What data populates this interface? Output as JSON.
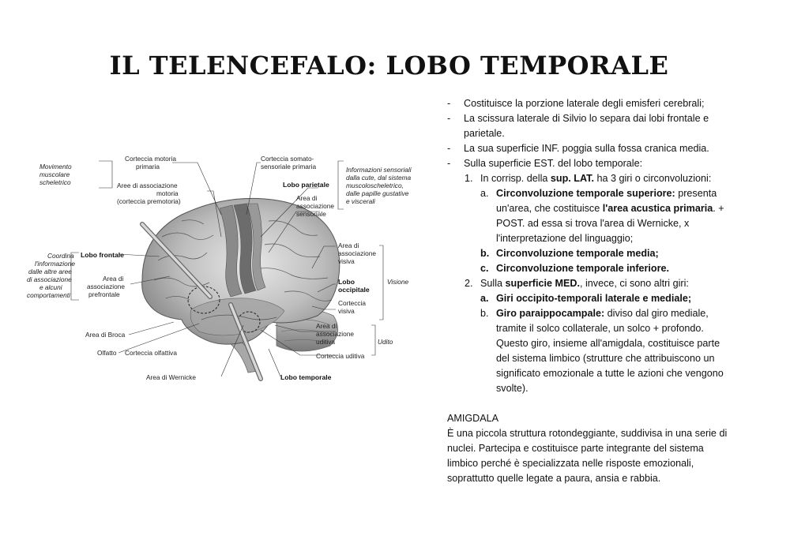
{
  "title": "IL TELENCEFALO: LOBO TEMPORALE",
  "figure": {
    "labels": {
      "movimento": [
        "Movimento",
        "muscolare",
        "scheletrico"
      ],
      "corteccia_motoria": [
        "Corteccia motoria",
        "primaria"
      ],
      "aree_assoc_motoria": [
        "Aree di associazione",
        "motoria",
        "(corteccia premotoria)"
      ],
      "corteccia_somato": [
        "Corteccia somato-",
        "sensoriale primaria"
      ],
      "info_sensoriali": [
        "Informazioni sensoriali",
        "dalla cute, dal sistema",
        "muscoloscheletrico,",
        "dalle papille gustative",
        "e viscerali"
      ],
      "lobo_parietale": "Lobo parietale",
      "area_assoc_sensoriale": [
        "Area di",
        "associazione",
        "sensoriale"
      ],
      "coordina": [
        "Coordina",
        "l'informazione",
        "dalle altre aree",
        "di associazione",
        "e alcuni",
        "comportamenti"
      ],
      "lobo_frontale": "Lobo frontale",
      "area_assoc_prefrontale": [
        "Area di",
        "associazione",
        "prefrontale"
      ],
      "area_assoc_visiva": [
        "Area di",
        "associazione",
        "visiva"
      ],
      "lobo_occipitale": [
        "Lobo",
        "occipitale"
      ],
      "visione": "Visione",
      "corteccia_visiva": [
        "Corteccia",
        "visiva"
      ],
      "area_broca": "Area di Broca",
      "olfatto": "Olfatto",
      "corteccia_olfattiva": "Corteccia olfattiva",
      "area_assoc_uditiva": [
        "Area di",
        "associazione",
        "uditiva"
      ],
      "udito": "Udito",
      "corteccia_uditiva": "Corteccia uditiva",
      "area_wernicke": "Area di Wernicke",
      "lobo_temporale": "Lobo temporale"
    }
  },
  "text": {
    "bullets": [
      {
        "marker": "-",
        "text": "Costituisce la porzione laterale degli emisferi cerebrali;"
      },
      {
        "marker": "-",
        "lines": [
          "La scissura laterale di Silvio lo separa dai lobi frontale e",
          "parietale."
        ]
      },
      {
        "marker": "-",
        "text": "La sua superficie INF. poggia sulla fossa cranica media."
      },
      {
        "marker": "-",
        "text": "Sulla superficie EST. del lobo temporale:"
      }
    ],
    "item1": {
      "marker": "1.",
      "pre": "In corrisp. della ",
      "bold": "sup. LAT.",
      "post": " ha 3 giri o circonvoluzioni:"
    },
    "item1_subs": {
      "a": {
        "marker": "a.",
        "bold1": "Circonvoluzione temporale superiore:",
        "t1": " presenta",
        "t2": "un'area, che costituisce ",
        "bold2": "l'area acustica primaria",
        "t3": ". +",
        "t4": "POST. ad essa si trova l'area di Wernicke, x",
        "t5": "l'interpretazione del linguaggio;"
      },
      "b": {
        "marker": "b.",
        "bold": "Circonvoluzione temporale media;"
      },
      "c": {
        "marker": "c.",
        "bold": "Circonvoluzione temporale inferiore."
      }
    },
    "item2": {
      "marker": "2.",
      "pre": "Sulla ",
      "bold": "superficie MED.",
      "post": ", invece, ci sono altri giri:"
    },
    "item2_subs": {
      "a": {
        "marker": "a.",
        "bold": "Giri occipito-temporali laterale e mediale;"
      },
      "b": {
        "marker": "b.",
        "bold": "Giro paraippocampale:",
        "t1": " diviso dal giro mediale,",
        "lines": [
          "tramite il solco collaterale, un solco + profondo.",
          "Questo giro, insieme all'amigdala, costituisce parte",
          "del sistema limbico (strutture che attribuiscono un",
          "significato emozionale a tutte le azioni che vengono",
          "svolte)."
        ]
      }
    },
    "amigdala": {
      "heading": "AMIGDALA",
      "lines": [
        "È una piccola struttura rotondeggiante, suddivisa in una serie di",
        "nuclei. Partecipa e costituisce parte integrante del sistema",
        "limbico perché è specializzata nelle risposte emozionali,",
        "soprattutto quelle legate a paura, ansia e rabbia."
      ]
    }
  }
}
